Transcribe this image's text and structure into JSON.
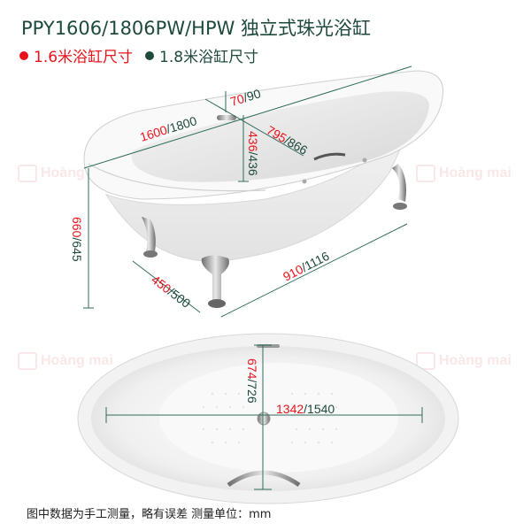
{
  "header": {
    "title": "PPY1606/1806PW/HPW 独立式珠光浴缸"
  },
  "legend": {
    "items": [
      {
        "label": "1.6米浴缸尺寸",
        "color": "#e8131b"
      },
      {
        "label": "1.8米浴缸尺寸",
        "color": "#1e4a3e"
      }
    ]
  },
  "side_view": {
    "dimensions": {
      "length": {
        "red": "1600",
        "green": "1800"
      },
      "drain_offset": {
        "red": "70",
        "green": "90"
      },
      "inner_depth": {
        "red": "436",
        "green": "436"
      },
      "inner_width": {
        "red": "795",
        "green": "866"
      },
      "height": {
        "red": "660",
        "green": "645"
      },
      "foot_width": {
        "red": "450",
        "green": "500"
      },
      "foot_length": {
        "red": "910",
        "green": "1116"
      }
    }
  },
  "top_view": {
    "dimensions": {
      "inner_length": {
        "red": "1342",
        "green": "1540"
      },
      "inner_width": {
        "red": "674",
        "green": "726"
      }
    }
  },
  "separator": "/",
  "watermark": "Hoàng mai",
  "footer": {
    "note": "图中数据为手工测量，略有误差  测量单位：mm"
  },
  "colors": {
    "dim_line": "#2e6b5a",
    "red_value": "#e8131b",
    "green_value": "#1e4a3e"
  }
}
